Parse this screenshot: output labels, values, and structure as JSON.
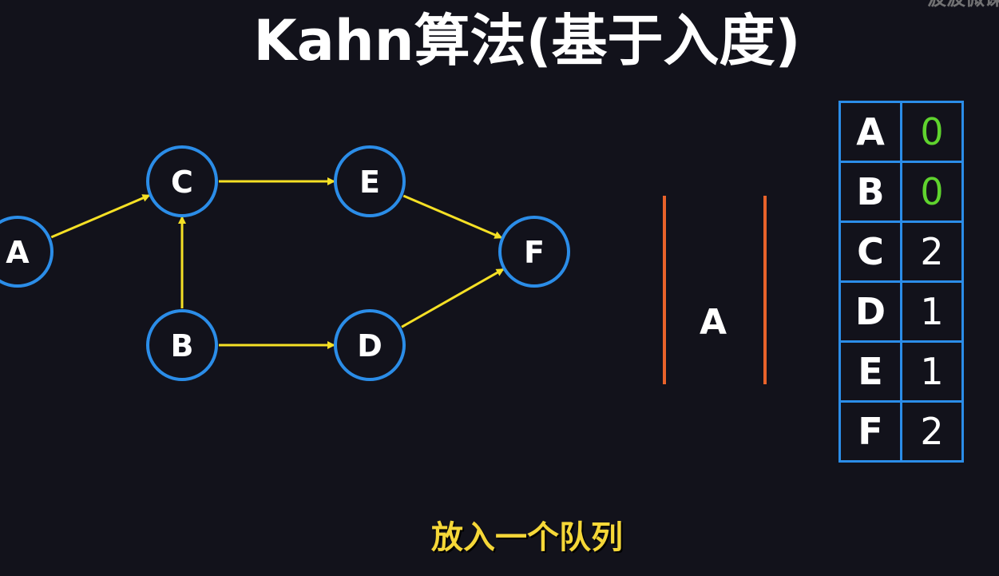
{
  "title": "Kahn算法(基于入度)",
  "watermark": "波波微课",
  "subtitle": "放入一个队列",
  "colors": {
    "background": "#12121b",
    "node_stroke": "#2b8de8",
    "edge": "#f5e025",
    "queue_bar": "#e8622a",
    "zero_indegree": "#5fd32e"
  },
  "graph": {
    "nodes": [
      {
        "id": "A",
        "label": "A"
      },
      {
        "id": "B",
        "label": "B"
      },
      {
        "id": "C",
        "label": "C"
      },
      {
        "id": "D",
        "label": "D"
      },
      {
        "id": "E",
        "label": "E"
      },
      {
        "id": "F",
        "label": "F"
      }
    ],
    "edges": [
      {
        "from": "A",
        "to": "C"
      },
      {
        "from": "B",
        "to": "C"
      },
      {
        "from": "B",
        "to": "D"
      },
      {
        "from": "C",
        "to": "E"
      },
      {
        "from": "E",
        "to": "F"
      },
      {
        "from": "D",
        "to": "F"
      }
    ]
  },
  "queue": {
    "items": [
      "A"
    ]
  },
  "indegree_table": {
    "rows": [
      {
        "node": "A",
        "value": "0",
        "zero": true
      },
      {
        "node": "B",
        "value": "0",
        "zero": true
      },
      {
        "node": "C",
        "value": "2",
        "zero": false
      },
      {
        "node": "D",
        "value": "1",
        "zero": false
      },
      {
        "node": "E",
        "value": "1",
        "zero": false
      },
      {
        "node": "F",
        "value": "2",
        "zero": false
      }
    ]
  }
}
